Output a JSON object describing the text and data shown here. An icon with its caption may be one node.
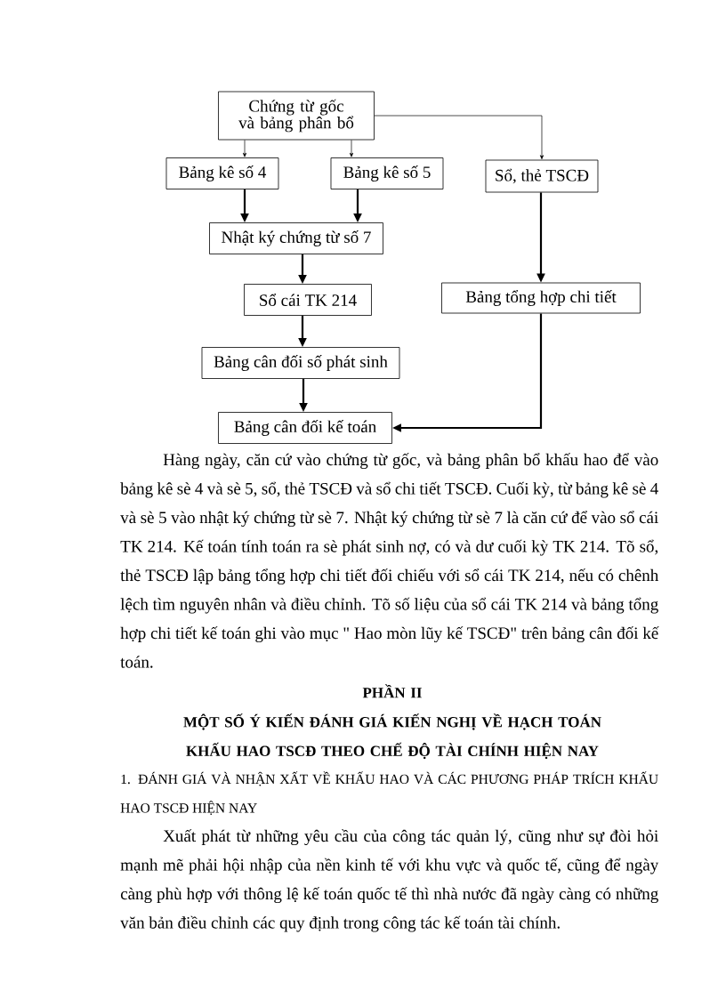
{
  "diagram": {
    "nodes": [
      {
        "text": [
          "Chứng từ gốc và bảng phân bổ"
        ]
      },
      {
        "text": [
          "Bảng kê số 4"
        ]
      },
      {
        "text": [
          "Bảng kê số 5"
        ]
      },
      {
        "text": [
          "Sổ, thẻ TSCĐ"
        ]
      },
      {
        "text": [
          "Nhật ký chứng từ số 7"
        ]
      },
      {
        "text": [
          "Sổ cái TK 214"
        ]
      },
      {
        "text": [
          "Bảng tổng hợp chi tiết"
        ]
      },
      {
        "text": [
          "Bảng cân đối số phát sinh"
        ]
      },
      {
        "text": [
          "Bảng cân đối kế toán"
        ]
      }
    ],
    "edges": [
      {
        "from": 0,
        "to": 1,
        "arrow": "to"
      },
      {
        "from": 0,
        "to": 2,
        "arrow": "to"
      },
      {
        "from": 0,
        "to": 3,
        "arrow": "to"
      },
      {
        "from": 1,
        "to": 4,
        "arrow": "to"
      },
      {
        "from": 2,
        "to": 4,
        "arrow": "to"
      },
      {
        "from": 4,
        "to": 5,
        "arrow": "to"
      },
      {
        "from": 5,
        "to": 7,
        "arrow": "to"
      },
      {
        "from": 3,
        "to": 6,
        "arrow": "to"
      },
      {
        "from": 7,
        "to": 8,
        "arrow": "to"
      },
      {
        "from": 6,
        "to": 8,
        "arrow": "to"
      }
    ],
    "labels": [
      "Hàng ngày, căn cứ vào chứng từ gốc, và bảng phân bổ khấu hao để vào bảng kê sè 4 và sè 5, sổ, thẻ TSCĐ và sổ chi tiết TSCĐ. Cuối kỳ, từ bảng kê sè 4 và sè 5 vào nhật ký chứng từ sè 7. Nhật ký chứng từ sè 7 là căn cứ để vào sổ cái TK 214. Kế toán tính toán ra sè phát sinh nợ, có và dư cuối kỳ TK 214. Tõ sổ, thẻ TSCĐ lập bảng tổng hợp chi tiết đối chiếu với sổ cái TK 214, nếu có chênh lệch tìm nguyên nhân và điều chỉnh. Tõ số liệu của sổ cái TK 214 và bảng tổng hợp chi tiết kế toán ghi vào mục \" Hao mòn lũy kế TSCĐ\" trên bảng cân đối kế toán.",
      "PHẦN II",
      "MỘT SỐ Ý KIẾN ĐÁNH GIÁ KIẾN NGHỊ VỀ HẠCH TOÁN KHẤU HAO TSCĐ THEO CHẾ ĐỘ TÀI CHÍNH HIỆN NAY",
      "1. ĐÁNH GIÁ VÀ NHẬN XẤT VỀ KHẤU HAO VÀ CÁC PHƯƠNG PHÁP TRÍCH KHẤU HAO TSCĐ HIỆN NAY",
      "Xuất phát từ những yêu cầu của công tác quản lý, cũng như sự đòi hỏi mạnh mẽ phải hội nhập của nền kinh tế với khu vực và quốc tế, cũng để ngày càng phù hợp với thông lệ kế toán quốc tế thì nhà nước đã ngày càng có những văn bản điều chỉnh các quy định trong công tác kế toán tài chính."
    ]
  }
}
